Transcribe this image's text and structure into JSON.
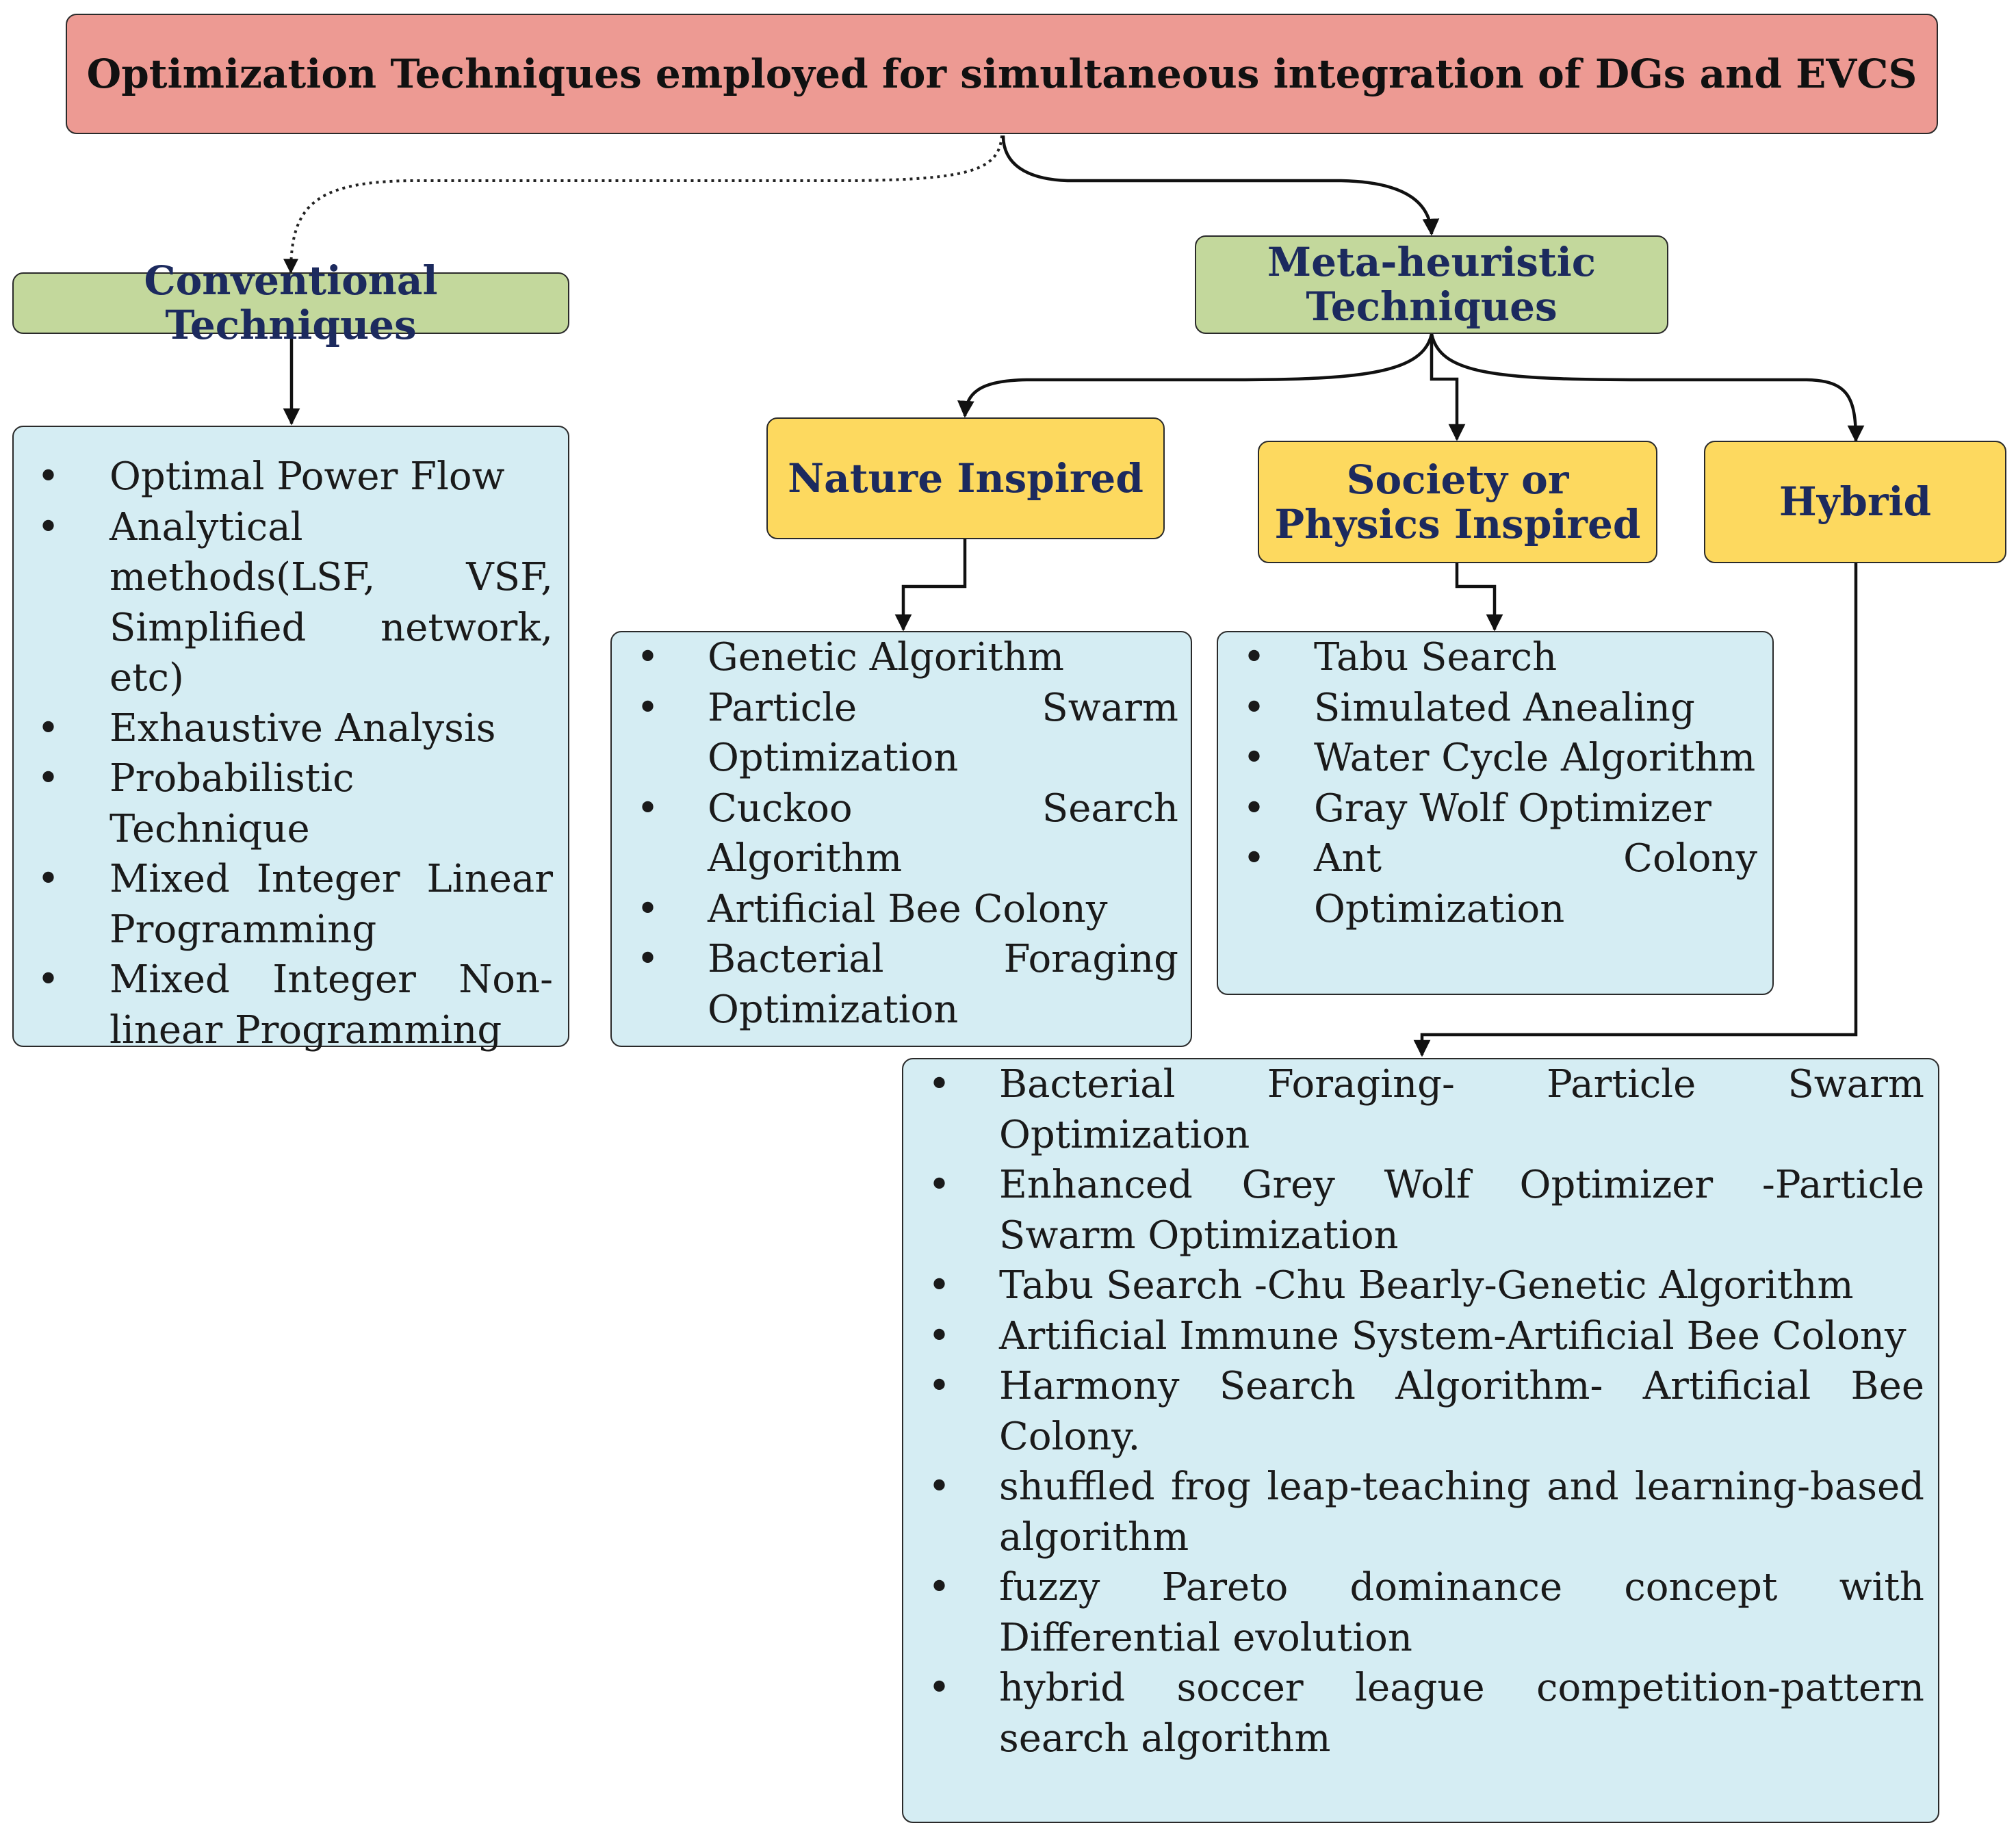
{
  "title": "Optimization Techniques employed for simultaneous integration of DGs and EVCS",
  "conventional": {
    "label": "Conventional Techniques",
    "items": [
      " Optimal Power Flow",
      " Analytical methods(LSF, VSF, Simplified network, etc)",
      "Exhaustive Analysis",
      "Probabilistic Technique",
      "Mixed Integer Linear Programming",
      "Mixed Integer Non-linear Programming"
    ]
  },
  "meta_heuristic": {
    "label": "Meta-heuristic Techniques",
    "nature": {
      "label": "Nature Inspired",
      "items": [
        "Genetic Algorithm",
        "Particle Swarm Optimization",
        "Cuckoo Search Algorithm",
        "Artificial Bee Colony",
        "Bacterial Foraging Optimization"
      ]
    },
    "society": {
      "label": "Society or Physics Inspired",
      "items": [
        "Tabu Search",
        "Simulated Anealing",
        "Water Cycle Algorithm",
        "Gray Wolf Optimizer",
        "Ant Colony Optimization"
      ]
    },
    "hybrid": {
      "label": "Hybrid",
      "items": [
        "Bacterial Foraging- Particle Swarm Optimization",
        "Enhanced Grey Wolf Optimizer -Particle Swarm Optimization",
        "Tabu Search -Chu Bearly-Genetic Algorithm",
        "Artificial Immune System-Artificial Bee Colony",
        "Harmony Search Algorithm- Artificial Bee Colony.",
        "shuffled frog leap-teaching and learning-based algorithm",
        "fuzzy Pareto dominance concept with Differential evolution",
        "hybrid soccer league competition-pattern search algorithm"
      ]
    }
  },
  "colors": {
    "title_fill": "#ed9a93",
    "category_fill": "#c3d89c",
    "subcategory_fill": "#fdd95f",
    "list_fill": "#d5edf3",
    "heading_text": "#1c2a5e"
  }
}
